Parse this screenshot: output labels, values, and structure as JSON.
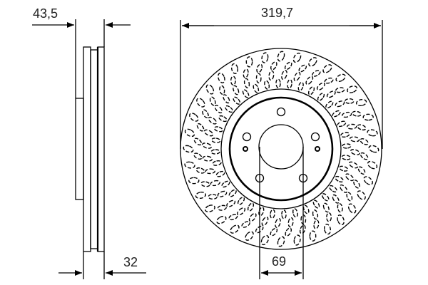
{
  "drawing": {
    "subject": "brake disc technical drawing",
    "views": [
      "side-view",
      "front-view"
    ],
    "stroke_color": "#000000",
    "background": "#ffffff"
  },
  "dimensions": {
    "overall_thickness": {
      "label": "43,5"
    },
    "disc_thickness": {
      "label": "32"
    },
    "outer_diameter": {
      "label": "319,7"
    },
    "center_bore": {
      "label": "69"
    }
  }
}
